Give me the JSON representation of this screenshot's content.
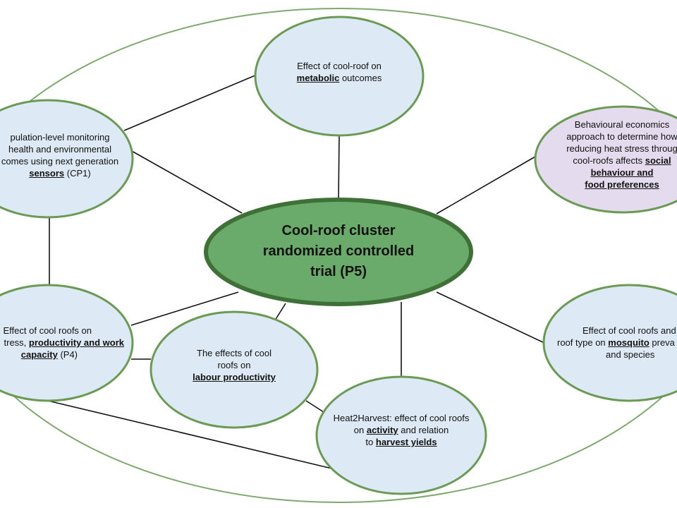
{
  "diagram": {
    "center": {
      "line1": "Cool-roof cluster",
      "line2": "randomized controlled",
      "line3": "trial (P5)"
    },
    "nodes": {
      "metabolic": {
        "pre": "Effect of cool-roof on",
        "bold": "metabolic",
        "post": " outcomes"
      },
      "sensors": {
        "l1": "pulation-level monitoring",
        "l2": "health and environmental",
        "l3": "comes using next generation",
        "bold": "sensors",
        "post": " (CP1)"
      },
      "behavioural": {
        "l1": "Behavioural economics",
        "l2": "approach to determine how",
        "l3": "reducing heat stress throug",
        "l4": "cool-roofs affects ",
        "bold1": "social",
        "bold2": "behaviour and",
        "bold3": " food preferences"
      },
      "productivity": {
        "l1": "Effect of cool roofs on",
        "l2": "tress, ",
        "bold1": "productivity and work",
        "bold2": "capacity",
        "post": " (P4)"
      },
      "labour": {
        "l1": "The effects of cool",
        "l2": "roofs on",
        "bold": "labour productivity"
      },
      "harvest": {
        "l1": "Heat2Harvest: effect of cool roofs",
        "l2a": "on ",
        "bold1": "activity",
        "l2b": " and relation",
        "l3a": "to ",
        "bold2": "harvest yields"
      },
      "mosquito": {
        "l1": "Effect of cool roofs and",
        "l2a": "roof type on ",
        "bold": "mosquito",
        "l2b": " preva",
        "l3": "and species"
      }
    },
    "colors": {
      "node_fill": "#dde9f4",
      "node_border": "#6b9a55",
      "center_fill": "#6aaa6a",
      "center_border": "#3f7038",
      "behavioural_fill": "#e4dcee",
      "outer_border": "#7fa86f",
      "line": "#111111"
    }
  }
}
